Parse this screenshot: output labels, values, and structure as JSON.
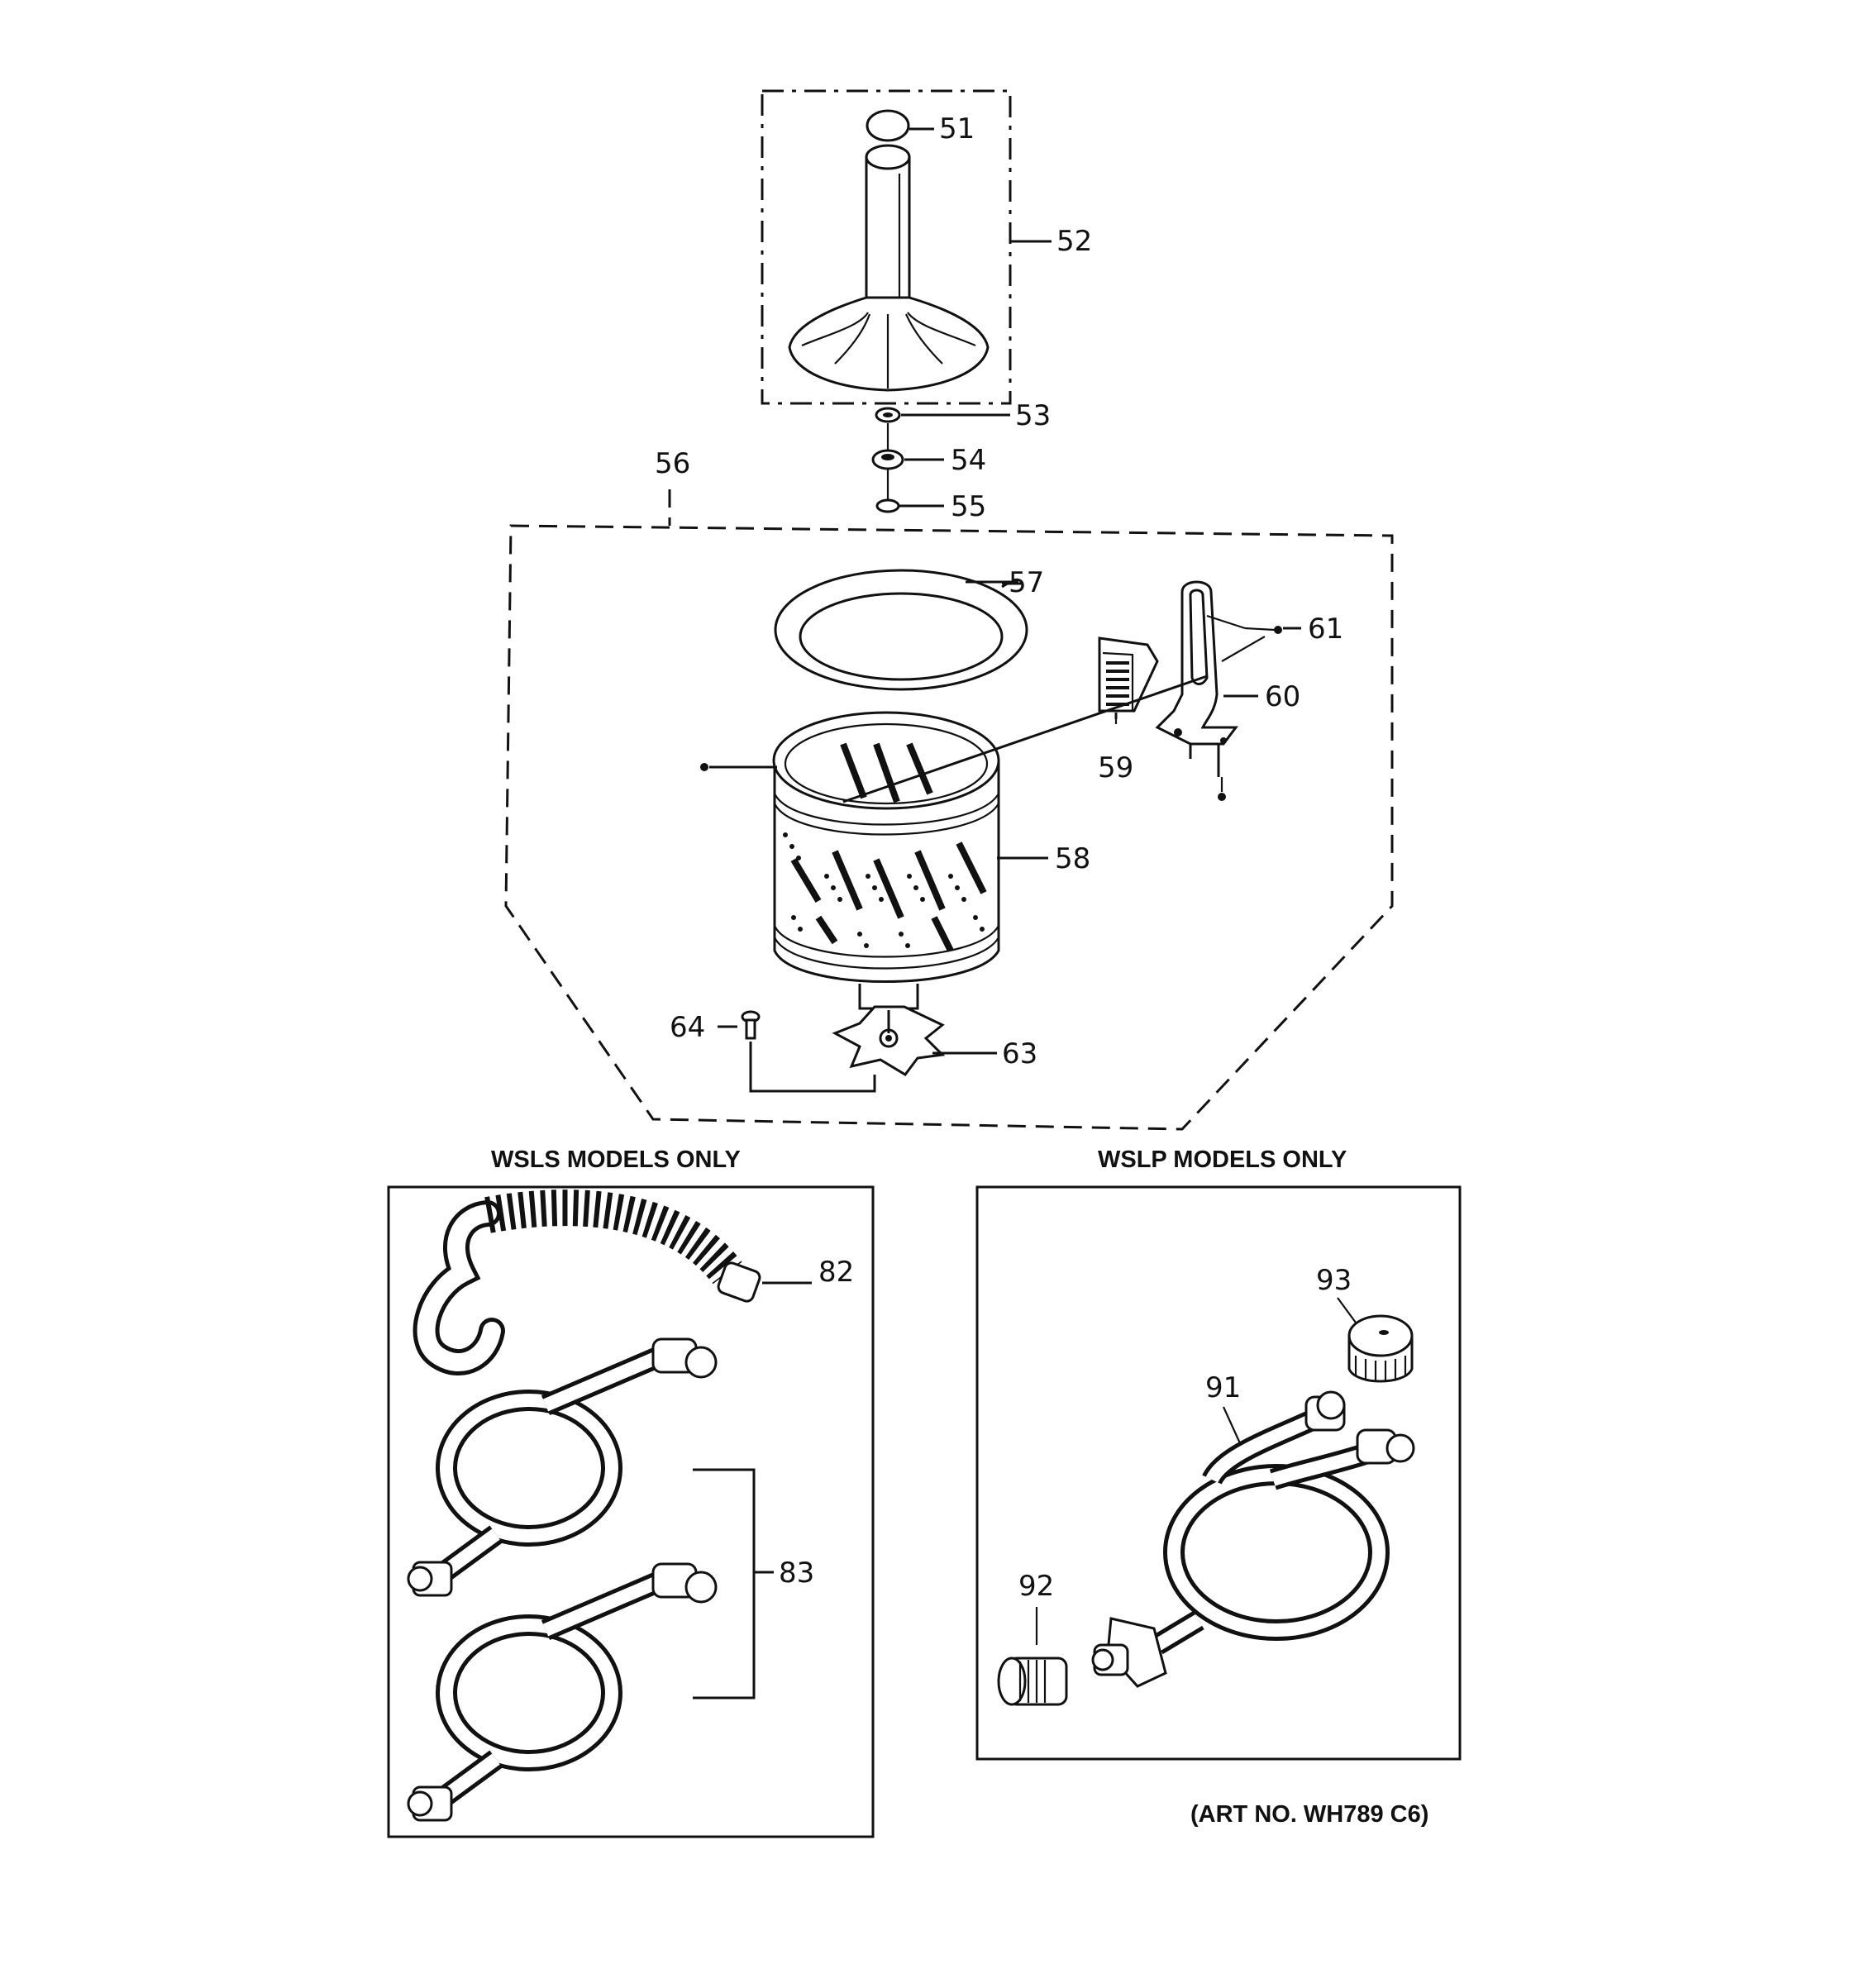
{
  "diagram": {
    "callouts": {
      "c51": "51",
      "c52": "52",
      "c53": "53",
      "c54": "54",
      "c55": "55",
      "c56": "56",
      "c57": "57",
      "c58": "58",
      "c59": "59",
      "c60": "60",
      "c61": "61",
      "c63": "63",
      "c64": "64",
      "c82": "82",
      "c83": "83",
      "c91": "91",
      "c92": "92",
      "c93": "93"
    },
    "headings": {
      "wsls": "WSLS MODELS ONLY",
      "wslp": "WSLP MODELS ONLY"
    },
    "art_number": "(ART NO. WH789 C6)"
  }
}
